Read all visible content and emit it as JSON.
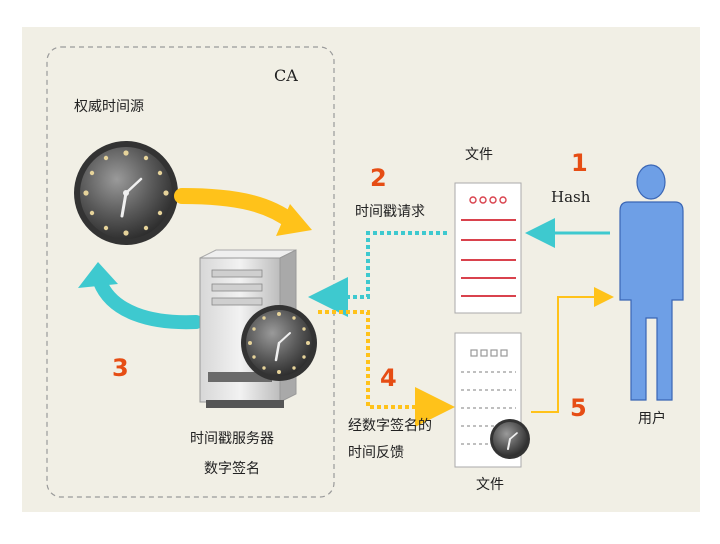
{
  "labels": {
    "ca": "CA",
    "authority_time_source": "权威时间源",
    "file_top": "文件",
    "hash": "Hash",
    "timestamp_request": "时间戳请求",
    "timestamp_server": "时间戳服务器",
    "digital_signature": "数字签名",
    "signed_time_feedback_1": "经数字签名的",
    "signed_time_feedback_2": "时间反馈",
    "file_bottom": "文件",
    "user": "用户"
  },
  "steps": [
    "1",
    "2",
    "3",
    "4",
    "5"
  ],
  "colors": {
    "background_panel": "#f1efe5",
    "yellow_arrow": "#ffc21a",
    "cyan_arrow": "#3ec9cf",
    "step_number": "#e64d14",
    "user_figure": "#6e9fe6",
    "file_lines": "#d9424d"
  }
}
